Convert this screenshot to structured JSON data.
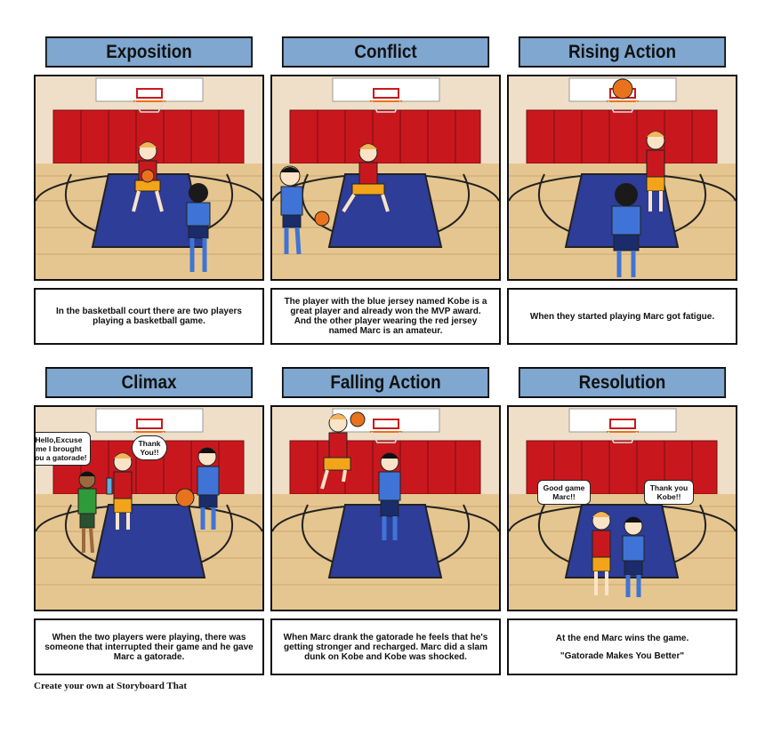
{
  "panels": [
    {
      "title": "Exposition",
      "caption": "In the basketball court there are two players playing a basketball game."
    },
    {
      "title": "Conflict",
      "caption": "The player with the blue jersey named Kobe is a great player and already won the MVP award. And the other player wearing the red jersey named Marc is an amateur."
    },
    {
      "title": "Rising Action",
      "caption": "When they started playing Marc got fatigue."
    },
    {
      "title": "Climax",
      "caption": "When the two players were playing, there was someone that interrupted their game and he gave Marc a gatorade.",
      "bubbles": [
        "Hello,Excuse me I brought you a gatorade!",
        "Thank You!!"
      ]
    },
    {
      "title": "Falling Action",
      "caption": "When Marc drank the gatorade he feels that he's getting stronger and recharged. Marc did a slam dunk on Kobe and Kobe was shocked."
    },
    {
      "title": "Resolution",
      "caption": "At the end Marc wins the game.",
      "caption2": "\"Gatorade Makes You Better\"",
      "bubbles": [
        "Good game Marc!!",
        "Thank you Kobe!!"
      ]
    }
  ],
  "footer": "Create your own at Storyboard That",
  "colors": {
    "title_bg": "#7fa7cf",
    "wall": "#efdfc8",
    "bleachers": "#c8181e",
    "floor": "#e6c690",
    "paint": "#2d3d98",
    "red_jersey": "#c8181e",
    "blue_jersey": "#3f74d6",
    "green_shirt": "#2e9a3a",
    "ball": "#e8731c"
  }
}
